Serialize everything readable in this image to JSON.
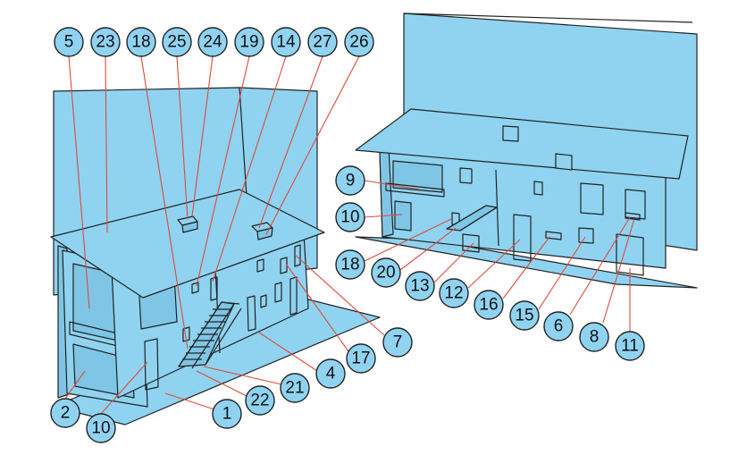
{
  "colors": {
    "wall": "#8fd3f1",
    "leader": "#e04a3a",
    "outline": "#222222",
    "background": "#ffffff"
  },
  "labels": {
    "top_row": [
      "5",
      "23",
      "18",
      "25",
      "24",
      "19",
      "14",
      "27",
      "26"
    ],
    "left_building": [
      "2",
      "10",
      "1",
      "22",
      "21",
      "4",
      "17",
      "7"
    ],
    "right_building": [
      "9",
      "10",
      "18",
      "20",
      "13",
      "12",
      "16",
      "15",
      "6",
      "8",
      "11"
    ]
  }
}
